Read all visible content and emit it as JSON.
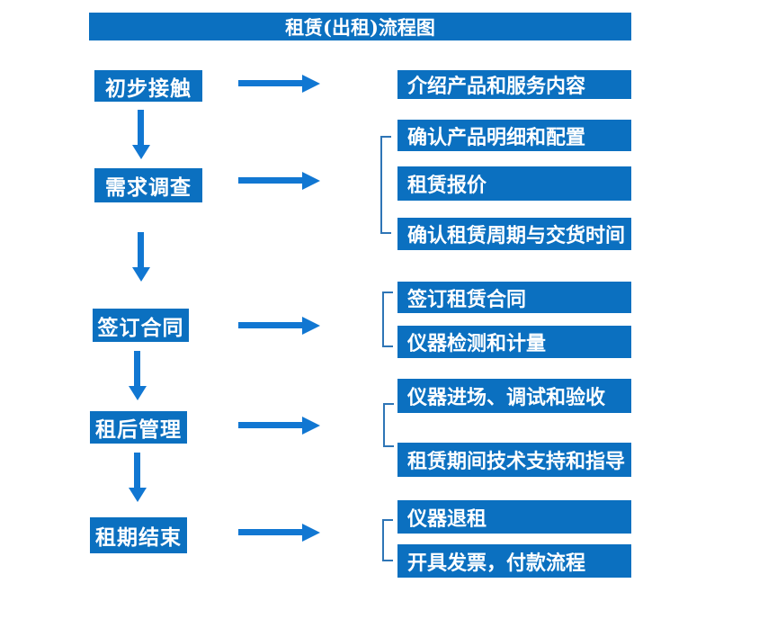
{
  "title": "租赁(出租)流程图",
  "colors": {
    "box_blue": "#0b70c0",
    "arrow_blue": "#1177d2",
    "bracket_blue": "#2e75b6",
    "text_white": "#ffffff",
    "page_bg": "#ffffff"
  },
  "steps": [
    {
      "label": "初步接触",
      "details": [
        "介绍产品和服务内容"
      ]
    },
    {
      "label": "需求调查",
      "details": [
        "确认产品明细和配置",
        "租赁报价",
        "确认租赁周期与交货时间"
      ]
    },
    {
      "label": "签订合同",
      "details": [
        "签订租赁合同",
        "仪器检测和计量"
      ]
    },
    {
      "label": "租后管理",
      "details": [
        "仪器进场、调试和验收",
        "租赁期间技术支持和指导"
      ]
    },
    {
      "label": "租期结束",
      "details": [
        "仪器退租",
        "开具发票，付款流程"
      ]
    }
  ]
}
